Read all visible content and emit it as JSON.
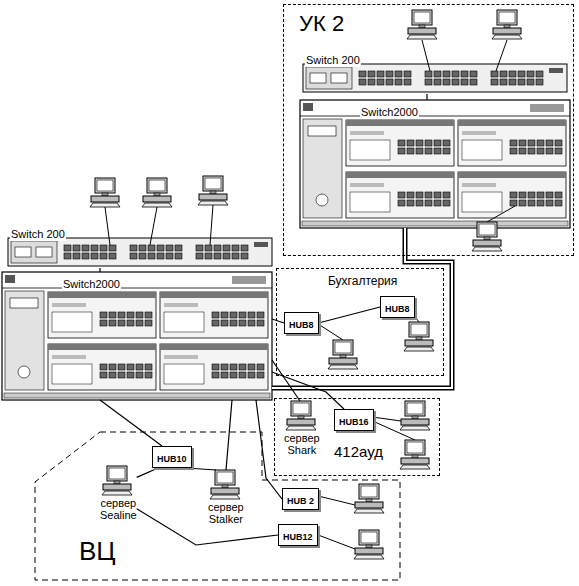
{
  "diagram": {
    "nodes": [
      {
        "text": [
          "УК 2"
        ]
      },
      {
        "text": [
          "Switch 200"
        ],
        "in": 0
      },
      {
        "text": [
          "Switch2000"
        ],
        "in": 0
      },
      {
        "text": [
          "Switch 200"
        ]
      },
      {
        "text": [
          "Switch2000"
        ]
      },
      {
        "text": [
          "Бухгалтерия"
        ]
      },
      {
        "text": [
          "HUB8"
        ],
        "in": 5
      },
      {
        "text": [
          "HUB8"
        ],
        "in": 5
      },
      {
        "text": [
          "412ауд"
        ]
      },
      {
        "text": [
          "сервер Shark"
        ],
        "in": 8
      },
      {
        "text": [
          "HUB16"
        ],
        "in": 8
      },
      {
        "text": [
          "ВЦ"
        ]
      },
      {
        "text": [
          "HUB10"
        ],
        "in": 11
      },
      {
        "text": [
          "сервер Sealine"
        ],
        "in": 11
      },
      {
        "text": [
          "сервер Stalker"
        ],
        "in": 11
      },
      {
        "text": [
          "HUB 2"
        ],
        "in": 11
      },
      {
        "text": [
          "HUB12"
        ],
        "in": 11
      }
    ],
    "edges": [
      {
        "from": 1,
        "to": 2,
        "arrow": "none"
      },
      {
        "from": 3,
        "to": 4,
        "arrow": "none"
      },
      {
        "from": 2,
        "to": 4,
        "arrow": "none"
      },
      {
        "from": 4,
        "to": 6,
        "arrow": "none"
      },
      {
        "from": 6,
        "to": 7,
        "arrow": "none"
      },
      {
        "from": 4,
        "to": 9,
        "arrow": "none"
      },
      {
        "from": 4,
        "to": 10,
        "arrow": "none"
      },
      {
        "from": 4,
        "to": 12,
        "arrow": "none"
      },
      {
        "from": 4,
        "to": 14,
        "arrow": "none"
      },
      {
        "from": 4,
        "to": 15,
        "arrow": "none"
      },
      {
        "from": 12,
        "to": 13,
        "arrow": "none"
      },
      {
        "from": 12,
        "to": 14,
        "arrow": "none"
      },
      {
        "from": 13,
        "to": 16,
        "arrow": "none"
      }
    ]
  }
}
